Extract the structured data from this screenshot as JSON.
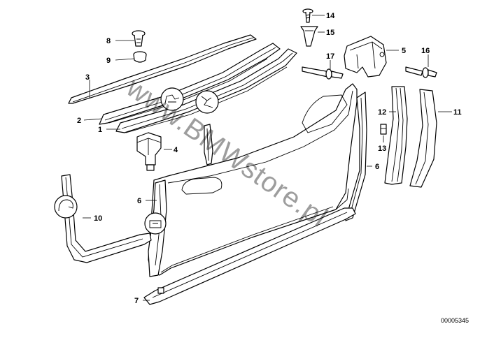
{
  "diagram": {
    "reference_number": "00005345",
    "watermark": "www.BMWstore.pl",
    "callouts": [
      {
        "label": "1"
      },
      {
        "label": "2"
      },
      {
        "label": "3"
      },
      {
        "label": "4"
      },
      {
        "label": "5"
      },
      {
        "label": "6"
      },
      {
        "label": "6"
      },
      {
        "label": "7"
      },
      {
        "label": "8"
      },
      {
        "label": "9"
      },
      {
        "label": "10"
      },
      {
        "label": "11"
      },
      {
        "label": "12"
      },
      {
        "label": "13"
      },
      {
        "label": "14"
      },
      {
        "label": "15"
      },
      {
        "label": "16"
      },
      {
        "label": "17"
      }
    ]
  }
}
